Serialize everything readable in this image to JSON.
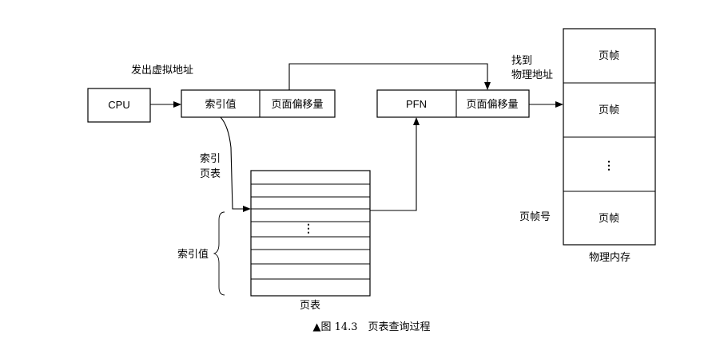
{
  "labels": {
    "cpu": "CPU",
    "issue_virtual_address": "发出虚拟地址",
    "index_value": "索引值",
    "page_offset_left": "页面偏移量",
    "pfn": "PFN",
    "page_offset_right": "页面偏移量",
    "find_line1": "找到",
    "find_line2": "物理地址",
    "index_page_table_line1": "索引",
    "index_page_table_line2": "页表",
    "index_value_brace": "索引值",
    "page_table": "页表",
    "page_frame_1": "页帧",
    "page_frame_2": "页帧",
    "vertical_ellipsis": "⋮",
    "page_frame_4": "页帧",
    "page_frame_number": "页帧号",
    "physical_memory": "物理内存",
    "table_ellipsis": "⋮",
    "caption": "▲图 14.3　页表查询过程"
  }
}
